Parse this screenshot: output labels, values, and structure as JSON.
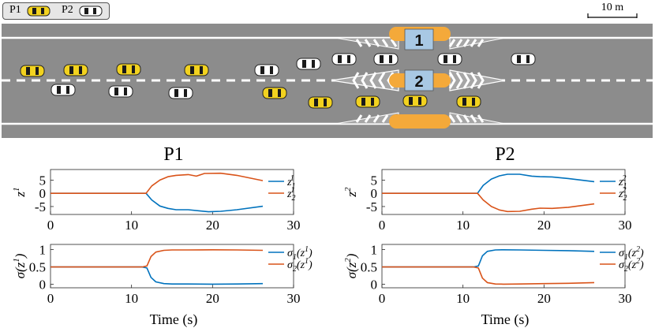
{
  "legend": {
    "p1_label": "P1",
    "p2_label": "P2",
    "p1_color": "#f2d21f",
    "p2_color": "#ffffff"
  },
  "scale_bar": {
    "label": "10 m"
  },
  "road": {
    "gate_labels": [
      "1",
      "2"
    ],
    "gate_color": "#a8c8e4",
    "barrier_color": "#f4a93a",
    "asphalt_color": "#8c8c8c"
  },
  "panels": {
    "p1_title": "P1",
    "p2_title": "P2",
    "xlabel": "Time (s)"
  },
  "chart_data": [
    {
      "type": "line",
      "id": "p1-z",
      "ylabel": "z^1",
      "xlim": [
        0,
        30
      ],
      "ylim": [
        -8,
        9
      ],
      "xticks": [
        "0",
        "10",
        "20",
        "30"
      ],
      "yticks": [
        "5",
        "0",
        "-5"
      ],
      "series": [
        {
          "name": "z_1^1",
          "color": "#0072bd",
          "x": [
            0,
            11,
            11.8,
            12.5,
            13.5,
            14.5,
            15.5,
            17,
            18.5,
            19.5,
            21,
            23,
            26.2
          ],
          "y": [
            0,
            0,
            0,
            -2.5,
            -4.8,
            -5.7,
            -6.2,
            -6.2,
            -6.7,
            -7.0,
            -6.8,
            -6.2,
            -4.9
          ]
        },
        {
          "name": "z_2^1",
          "color": "#d95319",
          "x": [
            0,
            11,
            11.8,
            12.5,
            13.5,
            14.5,
            15.5,
            17,
            18,
            19,
            21,
            23,
            26.2
          ],
          "y": [
            0,
            0,
            0,
            2.8,
            5.0,
            6.3,
            6.8,
            7.1,
            6.5,
            7.5,
            7.6,
            6.8,
            4.8
          ]
        }
      ]
    },
    {
      "type": "line",
      "id": "p1-sigma",
      "ylabel": "σ(z^1)",
      "xlim": [
        0,
        30
      ],
      "ylim": [
        -0.1,
        1.15
      ],
      "xticks": [
        "0",
        "10",
        "20",
        "30"
      ],
      "yticks": [
        "1",
        "0.5",
        "0"
      ],
      "series": [
        {
          "name": "σ_1(z^1)",
          "color": "#0072bd",
          "x": [
            0,
            11.3,
            11.9,
            12.4,
            13,
            14,
            15,
            17,
            20,
            23,
            26.2
          ],
          "y": [
            0.5,
            0.5,
            0.47,
            0.2,
            0.07,
            0.02,
            0.01,
            0.01,
            0.005,
            0.01,
            0.02
          ]
        },
        {
          "name": "σ_2(z^1)",
          "color": "#d95319",
          "x": [
            0,
            11.3,
            11.9,
            12.4,
            13,
            14,
            15,
            17,
            20,
            23,
            26.2
          ],
          "y": [
            0.5,
            0.5,
            0.53,
            0.8,
            0.93,
            0.98,
            0.99,
            0.99,
            0.995,
            0.99,
            0.98
          ]
        }
      ]
    },
    {
      "type": "line",
      "id": "p2-z",
      "ylabel": "z^2",
      "xlim": [
        0,
        30
      ],
      "ylim": [
        -8,
        9
      ],
      "xticks": [
        "0",
        "10",
        "20",
        "30"
      ],
      "yticks": [
        "5",
        "0",
        "-5"
      ],
      "series": [
        {
          "name": "z_1^2",
          "color": "#0072bd",
          "x": [
            0,
            11,
            11.8,
            12.5,
            13.5,
            14.5,
            15.5,
            17,
            18.5,
            19.5,
            21,
            23,
            26.2
          ],
          "y": [
            0,
            0,
            0,
            3.0,
            5.4,
            6.6,
            7.2,
            7.2,
            6.5,
            6.3,
            6.2,
            5.6,
            4.4
          ]
        },
        {
          "name": "z_2^2",
          "color": "#d95319",
          "x": [
            0,
            11,
            11.8,
            12.5,
            13.5,
            14.5,
            15.5,
            17,
            18.5,
            19.5,
            21,
            23,
            26.2
          ],
          "y": [
            0,
            0,
            0,
            -2.5,
            -5.0,
            -6.3,
            -6.9,
            -6.8,
            -6.0,
            -5.6,
            -5.7,
            -5.3,
            -4.0
          ]
        }
      ]
    },
    {
      "type": "line",
      "id": "p2-sigma",
      "ylabel": "σ(z^2)",
      "xlim": [
        0,
        30
      ],
      "ylim": [
        -0.1,
        1.15
      ],
      "xticks": [
        "0",
        "10",
        "20",
        "30"
      ],
      "yticks": [
        "1",
        "0.5",
        "0"
      ],
      "series": [
        {
          "name": "σ_1(z^2)",
          "color": "#0072bd",
          "x": [
            0,
            11.3,
            11.9,
            12.4,
            13,
            14,
            15,
            17,
            20,
            23,
            26.2
          ],
          "y": [
            0.5,
            0.5,
            0.53,
            0.82,
            0.95,
            0.99,
            0.995,
            0.99,
            0.98,
            0.97,
            0.95
          ]
        },
        {
          "name": "σ_2(z^2)",
          "color": "#d95319",
          "x": [
            0,
            11.3,
            11.9,
            12.4,
            13,
            14,
            15,
            17,
            20,
            23,
            26.2
          ],
          "y": [
            0.5,
            0.5,
            0.47,
            0.18,
            0.05,
            0.01,
            0.005,
            0.01,
            0.02,
            0.03,
            0.05
          ]
        }
      ]
    }
  ]
}
